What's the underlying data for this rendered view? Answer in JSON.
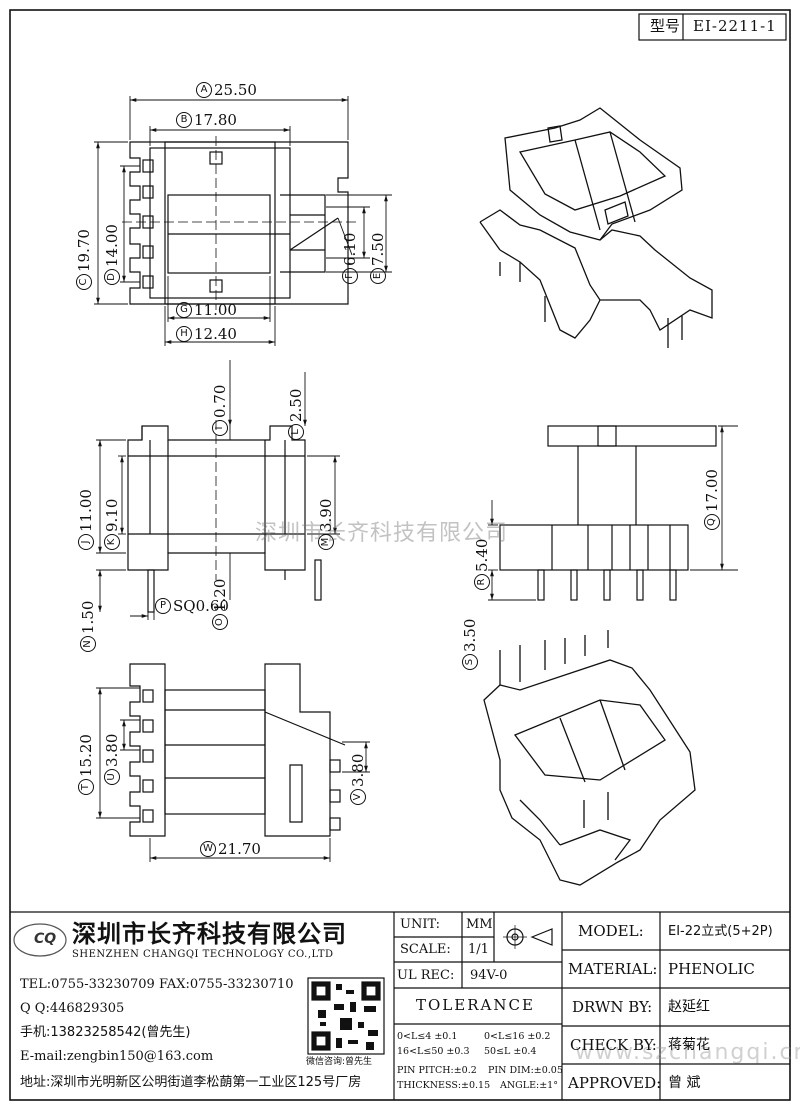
{
  "header": {
    "model_label": "型号",
    "model_no": "EI-2211-1"
  },
  "dimensions": {
    "A": {
      "letter": "A",
      "value": "25.50"
    },
    "B": {
      "letter": "B",
      "value": "17.80"
    },
    "C": {
      "letter": "C",
      "value": "19.70"
    },
    "D": {
      "letter": "D",
      "value": "14.00"
    },
    "E": {
      "letter": "E",
      "value": "7.50"
    },
    "F": {
      "letter": "F",
      "value": "6.10"
    },
    "G": {
      "letter": "G",
      "value": "11.00"
    },
    "H": {
      "letter": "H",
      "value": "12.40"
    },
    "I": {
      "letter": "I",
      "value": "0.70"
    },
    "J": {
      "letter": "J",
      "value": "11.00"
    },
    "K": {
      "letter": "K",
      "value": "9.10"
    },
    "L": {
      "letter": "L",
      "value": "2.50"
    },
    "M": {
      "letter": "M",
      "value": "3.90"
    },
    "N": {
      "letter": "N",
      "value": "1.50"
    },
    "O": {
      "letter": "O",
      "value": "1.20"
    },
    "P": {
      "letter": "P",
      "value": "SQ0.60"
    },
    "Q": {
      "letter": "Q",
      "value": "17.00"
    },
    "R": {
      "letter": "R",
      "value": "5.40"
    },
    "S": {
      "letter": "S",
      "value": "3.50"
    },
    "T": {
      "letter": "T",
      "value": "15.20"
    },
    "U": {
      "letter": "U",
      "value": "3.80"
    },
    "V": {
      "letter": "V",
      "value": "3.80"
    },
    "W": {
      "letter": "W",
      "value": "21.70"
    }
  },
  "watermark": {
    "company": "深圳市长齐科技有限公司",
    "site": "www.szchangqi.cn"
  },
  "title_block": {
    "company_cn": "深圳市长齐科技有限公司",
    "company_en": "SHENZHEN CHANGQI TECHNOLOGY CO.,LTD",
    "logo_text": "CQ",
    "tel": "TEL:0755-33230709 FAX:0755-33230710",
    "qq": "Q Q:446829305",
    "mobile": "手机:13823258542(曾先生)",
    "email": "E-mail:zengbin150@163.com",
    "address": "地址:深圳市光明新区公明街道李松蓢第一工业区125号厂房",
    "qr_caption": "微信咨询:曾先生",
    "unit_label": "UNIT:",
    "unit_value": "MM",
    "scale_label": "SCALE:",
    "scale_value": "1/1",
    "ulrec_label": "UL REC:",
    "ulrec_value": "94V-0",
    "tolerance_label": "TOLERANCE",
    "tol1": "0<L≤4  ±0.1",
    "tol2": "0<L≤16  ±0.2",
    "tol3": "16<L≤50  ±0.3",
    "tol4": "50≤L  ±0.4",
    "pin_pitch": "PIN PITCH:±0.2",
    "pin_dim": "PIN DIM:±0.05",
    "thickness": "THICKNESS:±0.15",
    "angle": "ANGLE:±1°",
    "model_label": "MODEL:",
    "model_value": "EI-22立式(5+2P)",
    "material_label": "MATERIAL:",
    "material_value": "PHENOLIC",
    "drwn_label": "DRWN BY:",
    "drwn_value": "赵延红",
    "check_label": "CHECK BY:",
    "check_value": "蒋菊花",
    "approved_label": "APPROVED:",
    "approved_value": "曾  斌"
  }
}
